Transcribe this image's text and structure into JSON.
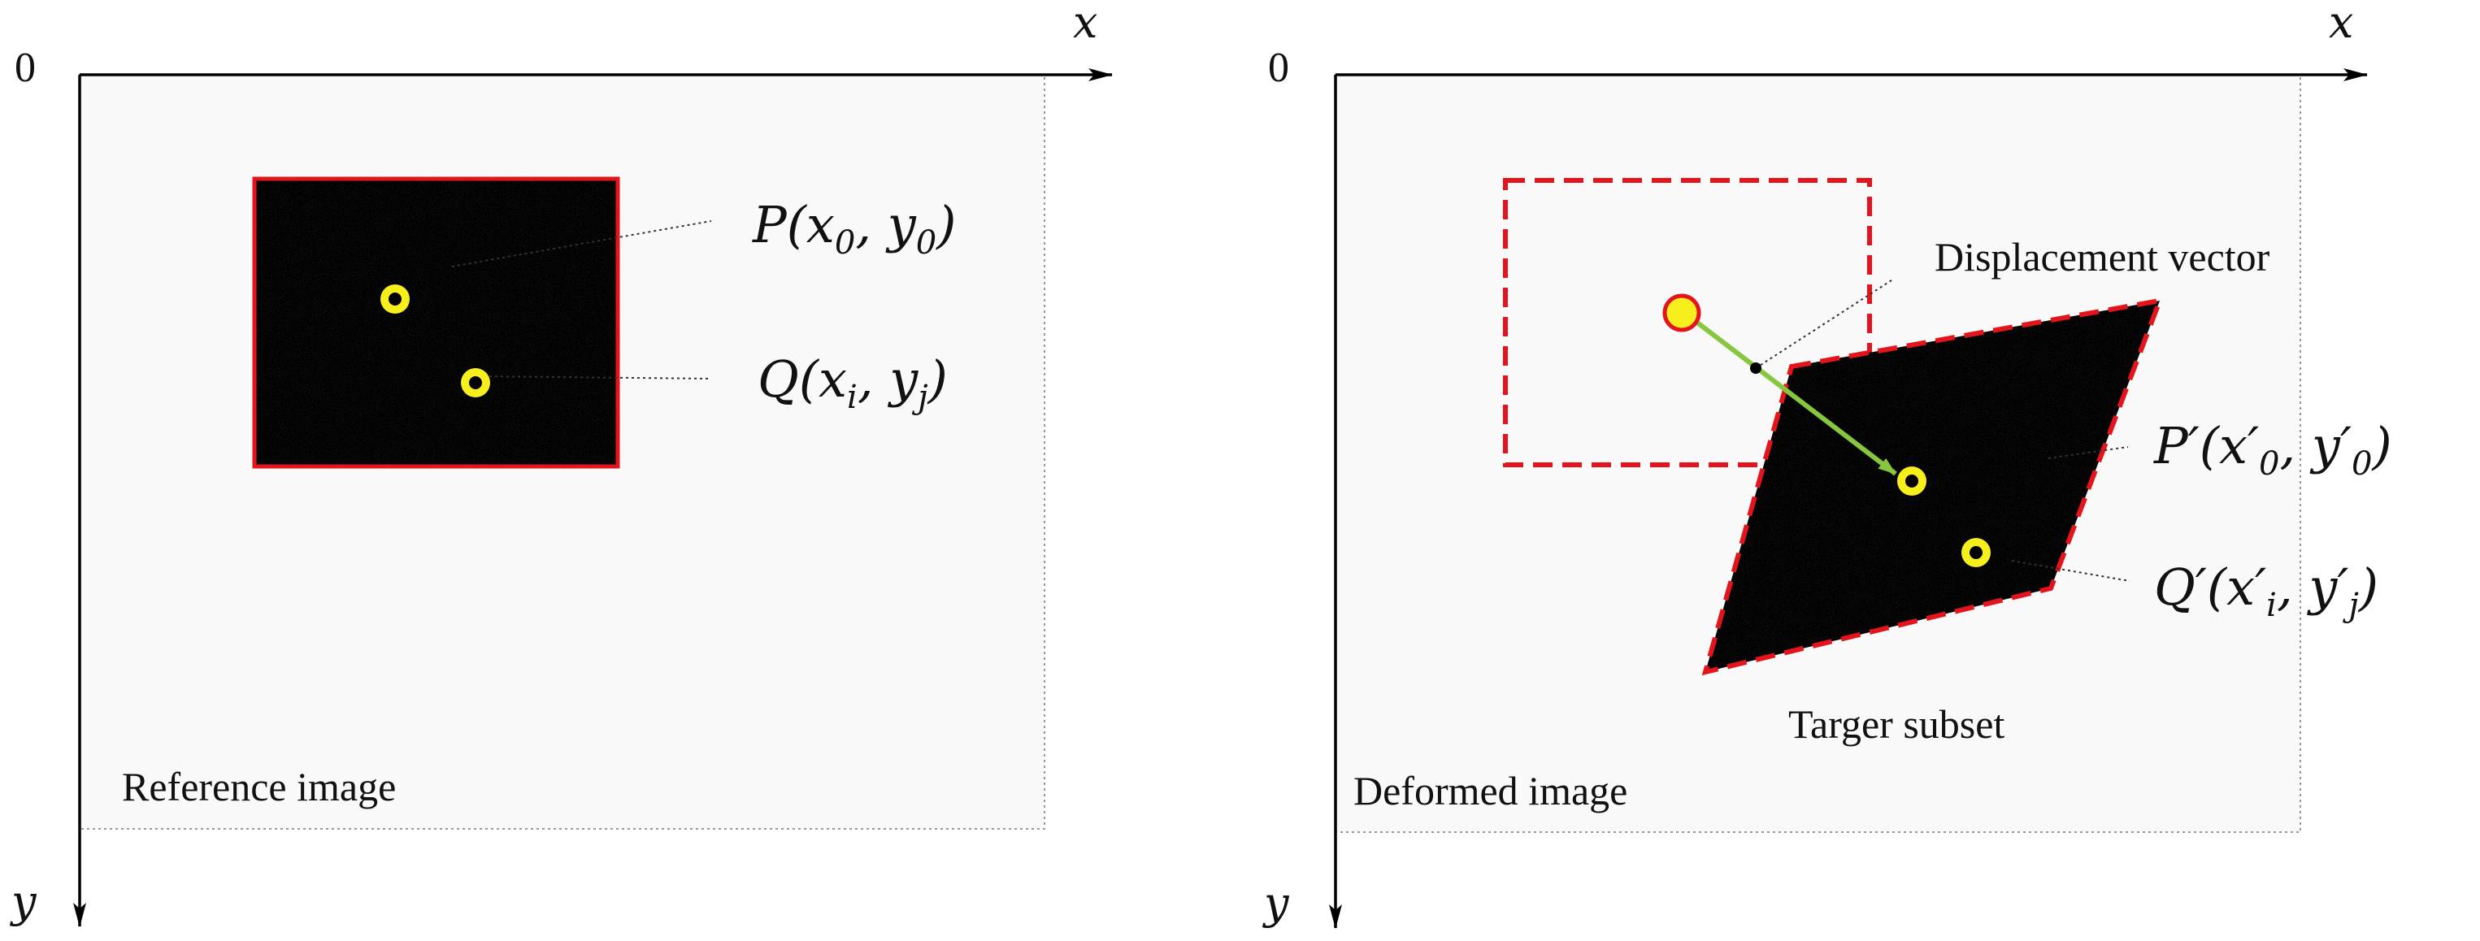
{
  "colors": {
    "frame": "#e9e9e9",
    "panel": "#f9f9f9",
    "subset_border": "#e3141b",
    "point_fill": "#f7ef1d",
    "point_center": "#000000",
    "vector": "#87c63f",
    "leader": "#333333"
  },
  "left_panel": {
    "origin_label": "0",
    "x_axis_label": "x",
    "y_axis_label": "y",
    "caption": "Reference image",
    "point_p": {
      "name": "P",
      "args": [
        "x",
        "0",
        "y",
        "0"
      ]
    },
    "point_q": {
      "name": "Q",
      "args": [
        "x",
        "i",
        "y",
        "j"
      ]
    }
  },
  "right_panel": {
    "origin_label": "0",
    "x_axis_label": "x",
    "y_axis_label": "y",
    "caption": "Deformed image",
    "vector_label": "Displacement vector",
    "subset_label": "Targer subset",
    "point_p": {
      "name": "P′",
      "args": [
        "x′",
        "0",
        "y′",
        "0"
      ]
    },
    "point_q": {
      "name": "Q′",
      "args": [
        "x′",
        "i",
        "y′",
        "j"
      ]
    }
  }
}
